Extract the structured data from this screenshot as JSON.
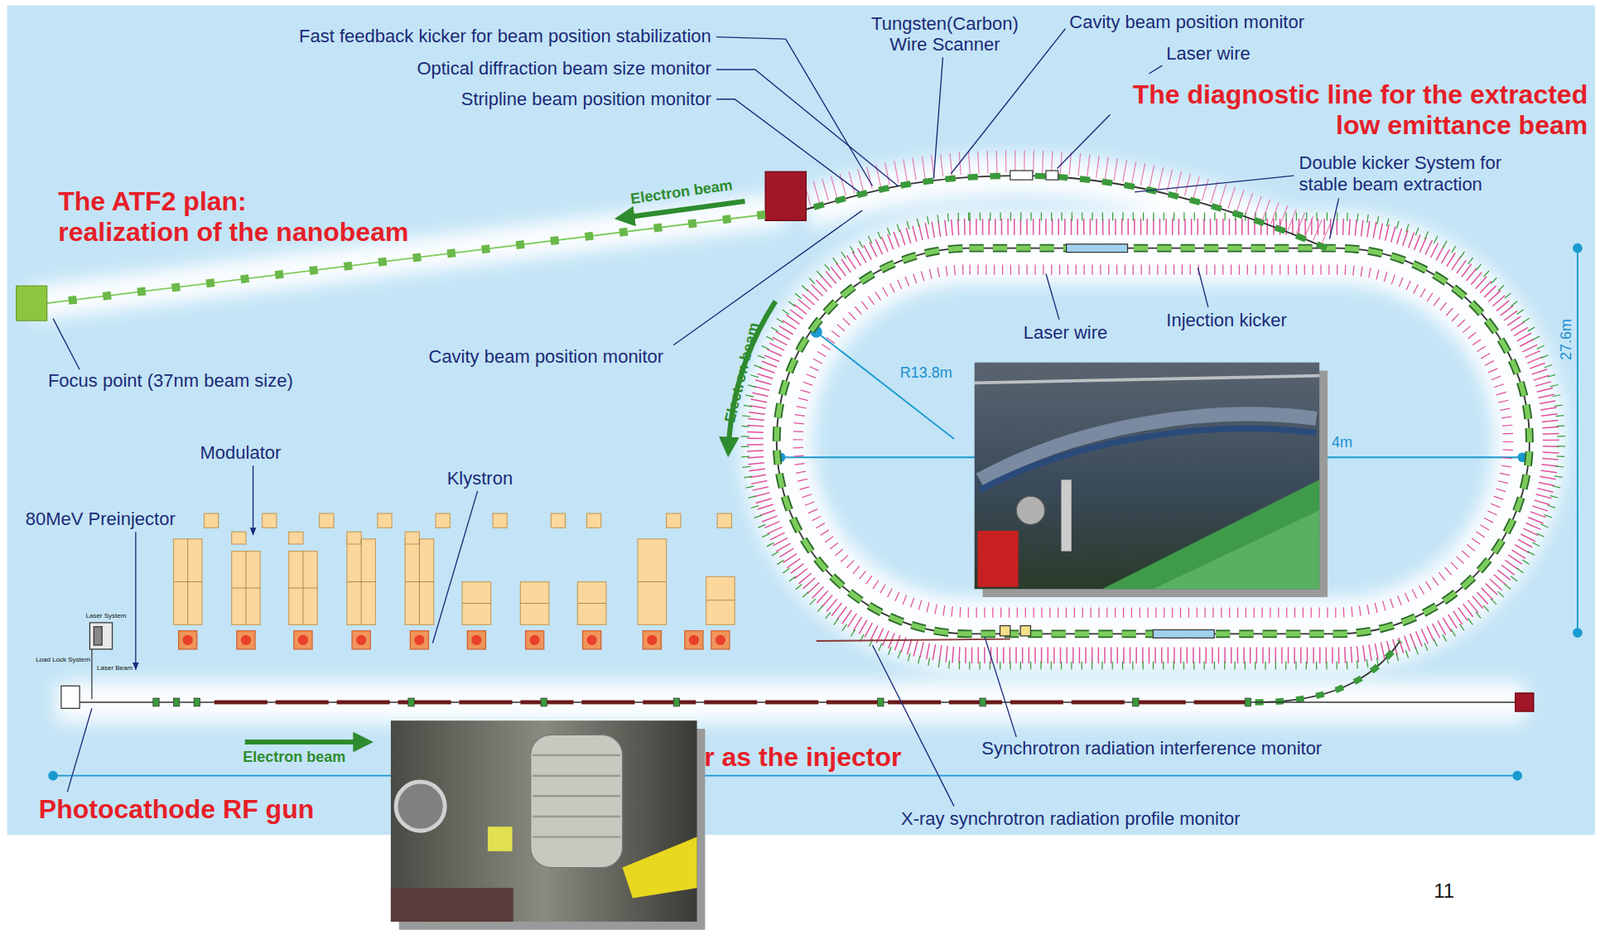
{
  "diagram": {
    "labels": [
      "Fast feedback kicker for beam position stabilization",
      "Tungsten(Carbon) Wire Scanner",
      "Cavity beam position monitor",
      "Laser wire",
      "Optical diffraction beam size monitor",
      "The diagnostic line for the extracted low emittance beam",
      "Stripline beam position monitor",
      "Double kicker System for stable beam extraction",
      "Electron beam",
      "The ATF2 plan: realization of the nanobeam",
      "Injection kicker",
      "Laser wire",
      "27.6m",
      "Cavity beam position monitor",
      "Electron beam",
      "R13.8m",
      "Focus point (37nm beam size)",
      "4m",
      "Modulator",
      "Klystron",
      "80MeV Preinjector",
      "Laser System",
      "Load Lock System",
      "Laser Beam",
      "Synchrotron radiation interference monitor",
      "Electron beam",
      "r as the injector",
      "Photocathode RF gun",
      "X-ray synchrotron radiation profile monitor",
      "11"
    ]
  }
}
